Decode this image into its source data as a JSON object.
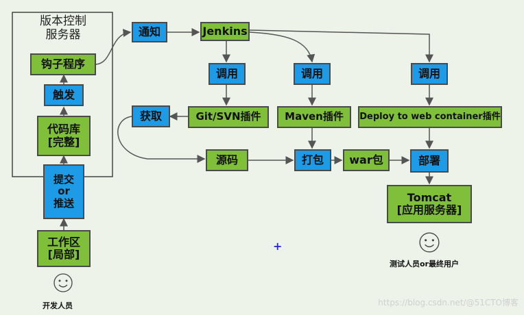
{
  "nodes": {
    "vcs_server": "版本控制\n服务器",
    "hook": "钩子程序",
    "trigger": "触发",
    "repo": "代码库\n[完整]",
    "commit": "提交\nor\n推送",
    "workspace": "工作区\n[局部]",
    "notify": "通知",
    "jenkins": "Jenkins",
    "call1": "调用",
    "call2": "调用",
    "call3": "调用",
    "fetch": "获取",
    "git_plugin": "Git/SVN插件",
    "maven_plugin": "Maven插件",
    "deploy_plugin": "Deploy to web container插件",
    "source": "源码",
    "package": "打包",
    "war": "war包",
    "deploy": "部署",
    "tomcat": "Tomcat\n[应用服务器]"
  },
  "captions": {
    "developer": "开发人员",
    "tester": "测试人员or最终用户"
  },
  "watermark": "https://blog.csdn.net/@51CTO博客",
  "colors": {
    "green": "#7fbf3a",
    "blue": "#1e9be6",
    "border": "#4a4a4a",
    "background": "#eef3ea"
  },
  "icons": [
    "smiley-face-icon",
    "plus-cursor-icon"
  ]
}
